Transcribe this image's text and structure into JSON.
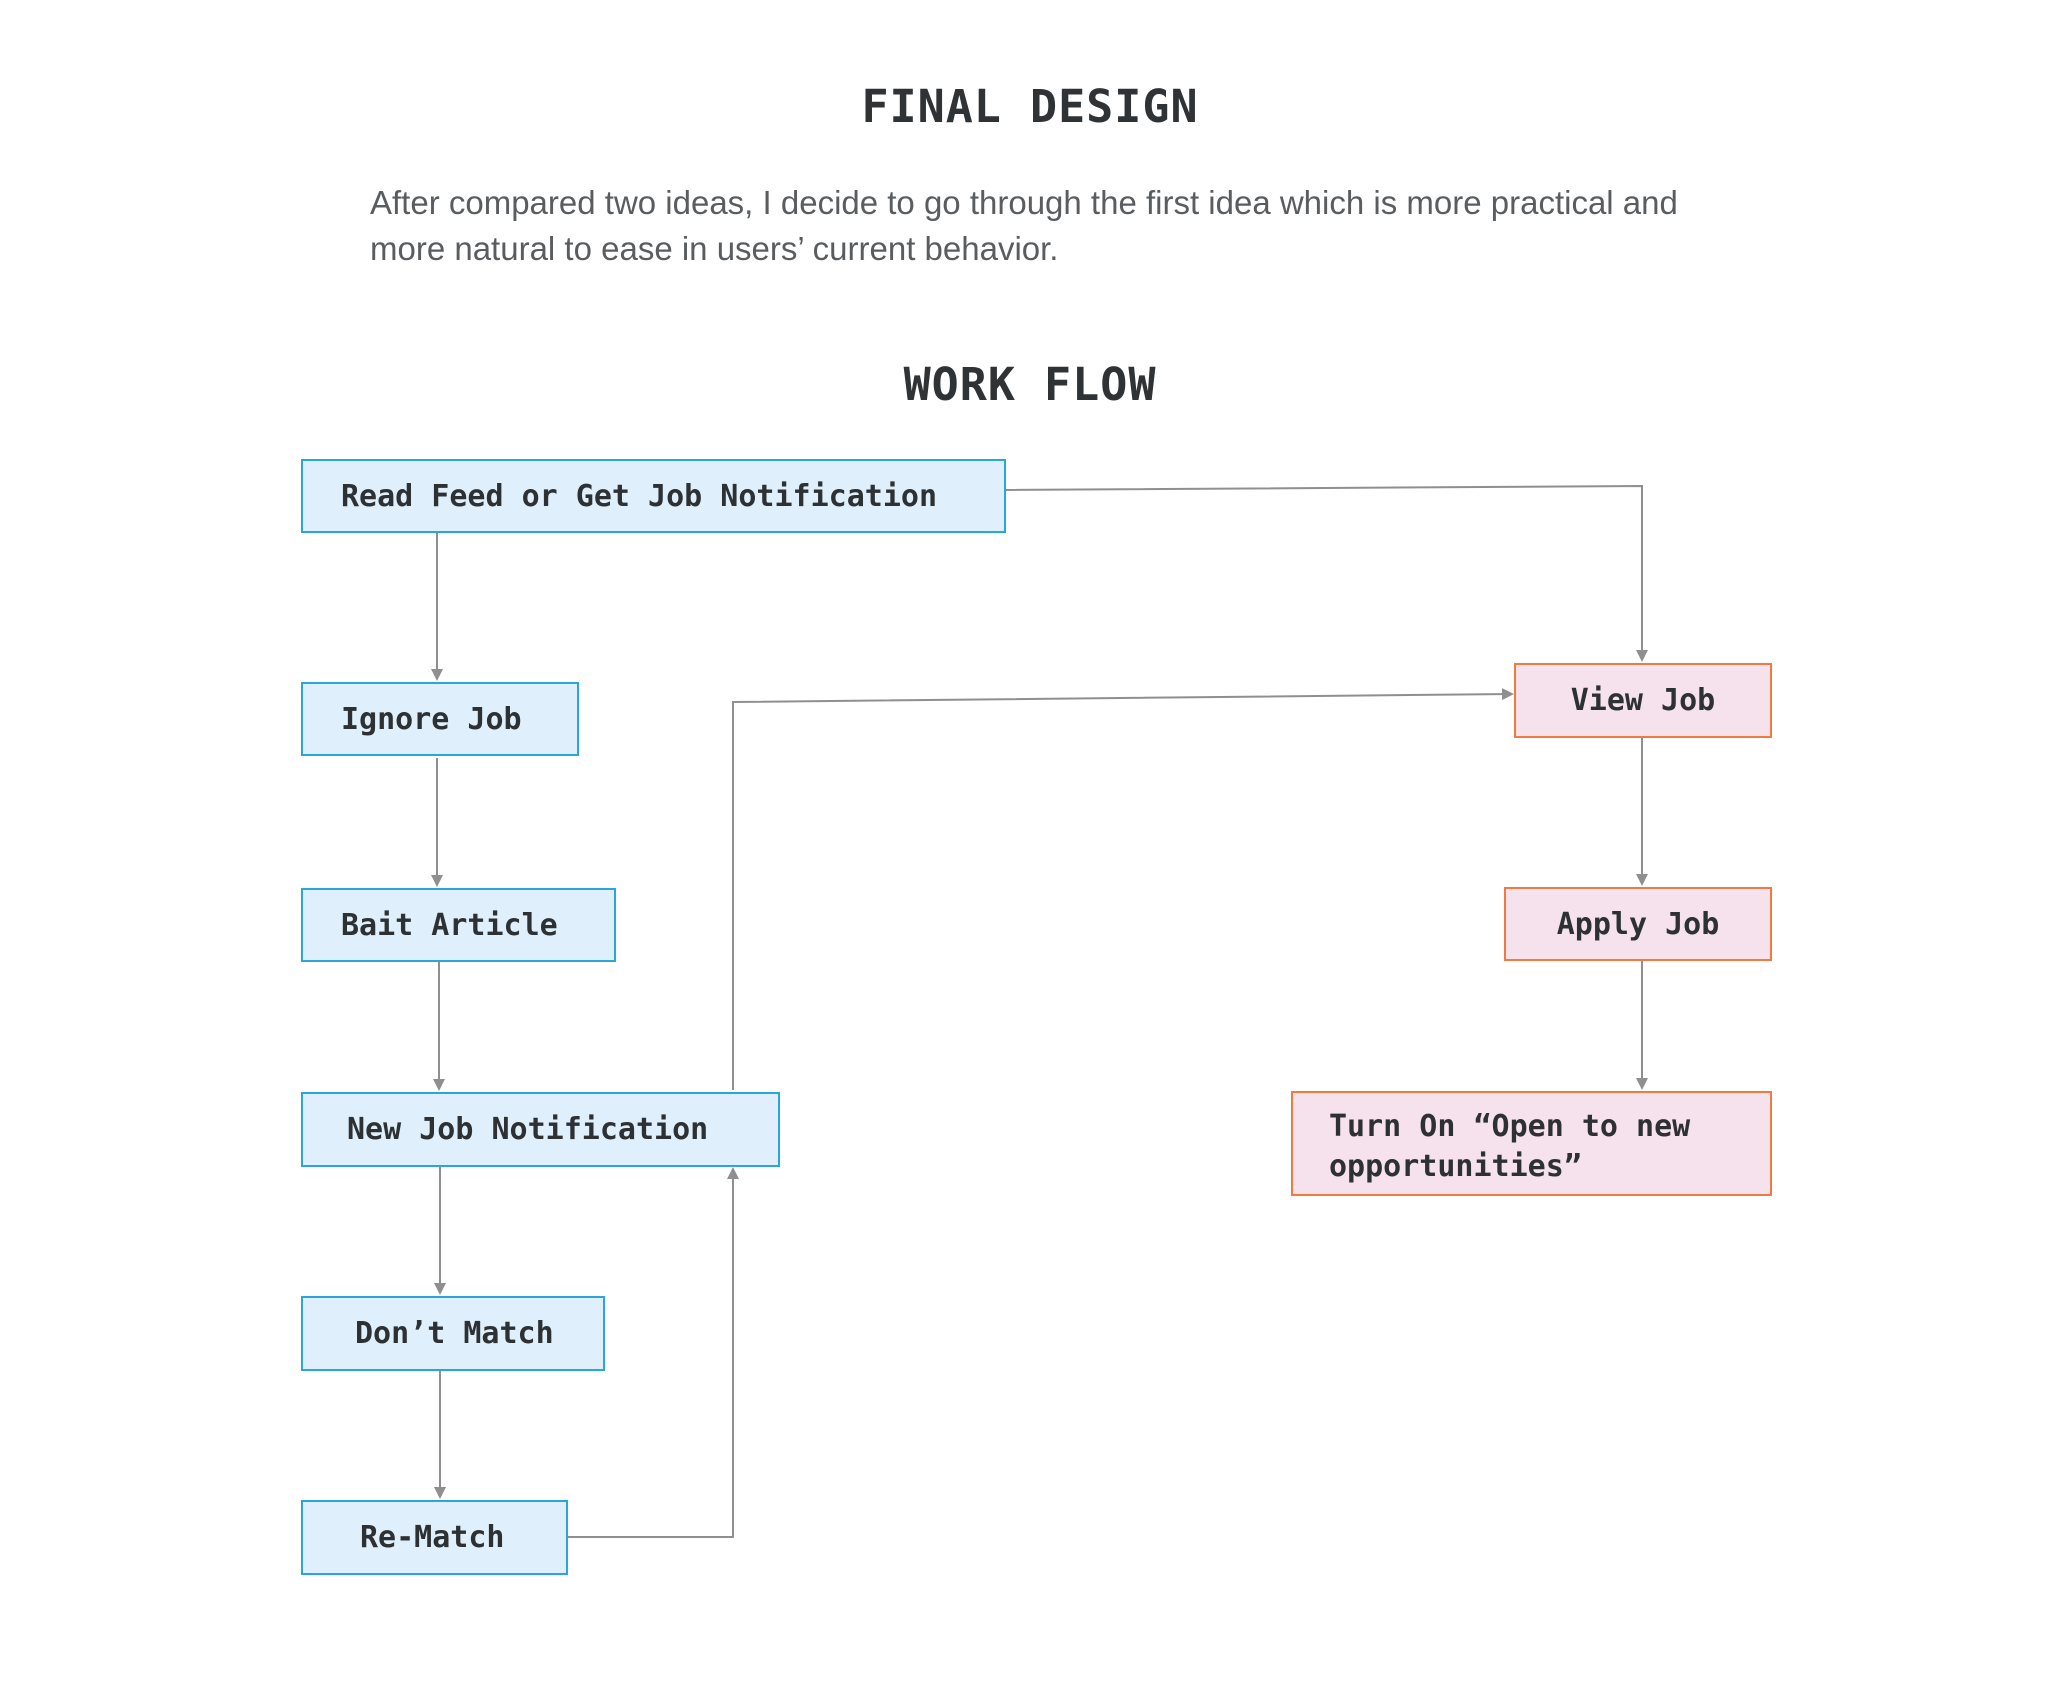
{
  "header": {
    "title": "FINAL DESIGN",
    "intro_line_1": "After compared two ideas, I decide to go through the first idea which is more practical and",
    "intro_line_2": "more natural to ease in users’ current behavior."
  },
  "workflow": {
    "title": "WORK FLOW",
    "nodes": {
      "read_feed": "Read Feed or Get Job Notification",
      "ignore_job": "Ignore Job",
      "bait_article": "Bait Article",
      "new_job_notification": "New Job Notification",
      "dont_match": "Don’t Match",
      "re_match": "Re-Match",
      "view_job": "View Job",
      "apply_job": "Apply Job",
      "turn_on_line_1": "Turn On “Open to new",
      "turn_on_line_2": "opportunities”"
    },
    "edges": [
      {
        "from": "Read Feed or Get Job Notification",
        "to": "Ignore Job"
      },
      {
        "from": "Ignore Job",
        "to": "Bait Article"
      },
      {
        "from": "Bait Article",
        "to": "New Job Notification"
      },
      {
        "from": "New Job Notification",
        "to": "Don’t Match"
      },
      {
        "from": "Don’t Match",
        "to": "Re-Match"
      },
      {
        "from": "Re-Match",
        "to": "New Job Notification"
      },
      {
        "from": "New Job Notification",
        "to": "View Job"
      },
      {
        "from": "Read Feed or Get Job Notification",
        "to": "View Job"
      },
      {
        "from": "View Job",
        "to": "Apply Job"
      },
      {
        "from": "Apply Job",
        "to": "Turn On “Open to new opportunities”"
      }
    ]
  },
  "colors": {
    "blue_fill": "#dff0fc",
    "blue_border": "#2aa6d8",
    "pink_fill": "#f6e2ec",
    "orange_border": "#f07a3f",
    "connector": "#8f8f8f",
    "text": "#2e3134"
  }
}
